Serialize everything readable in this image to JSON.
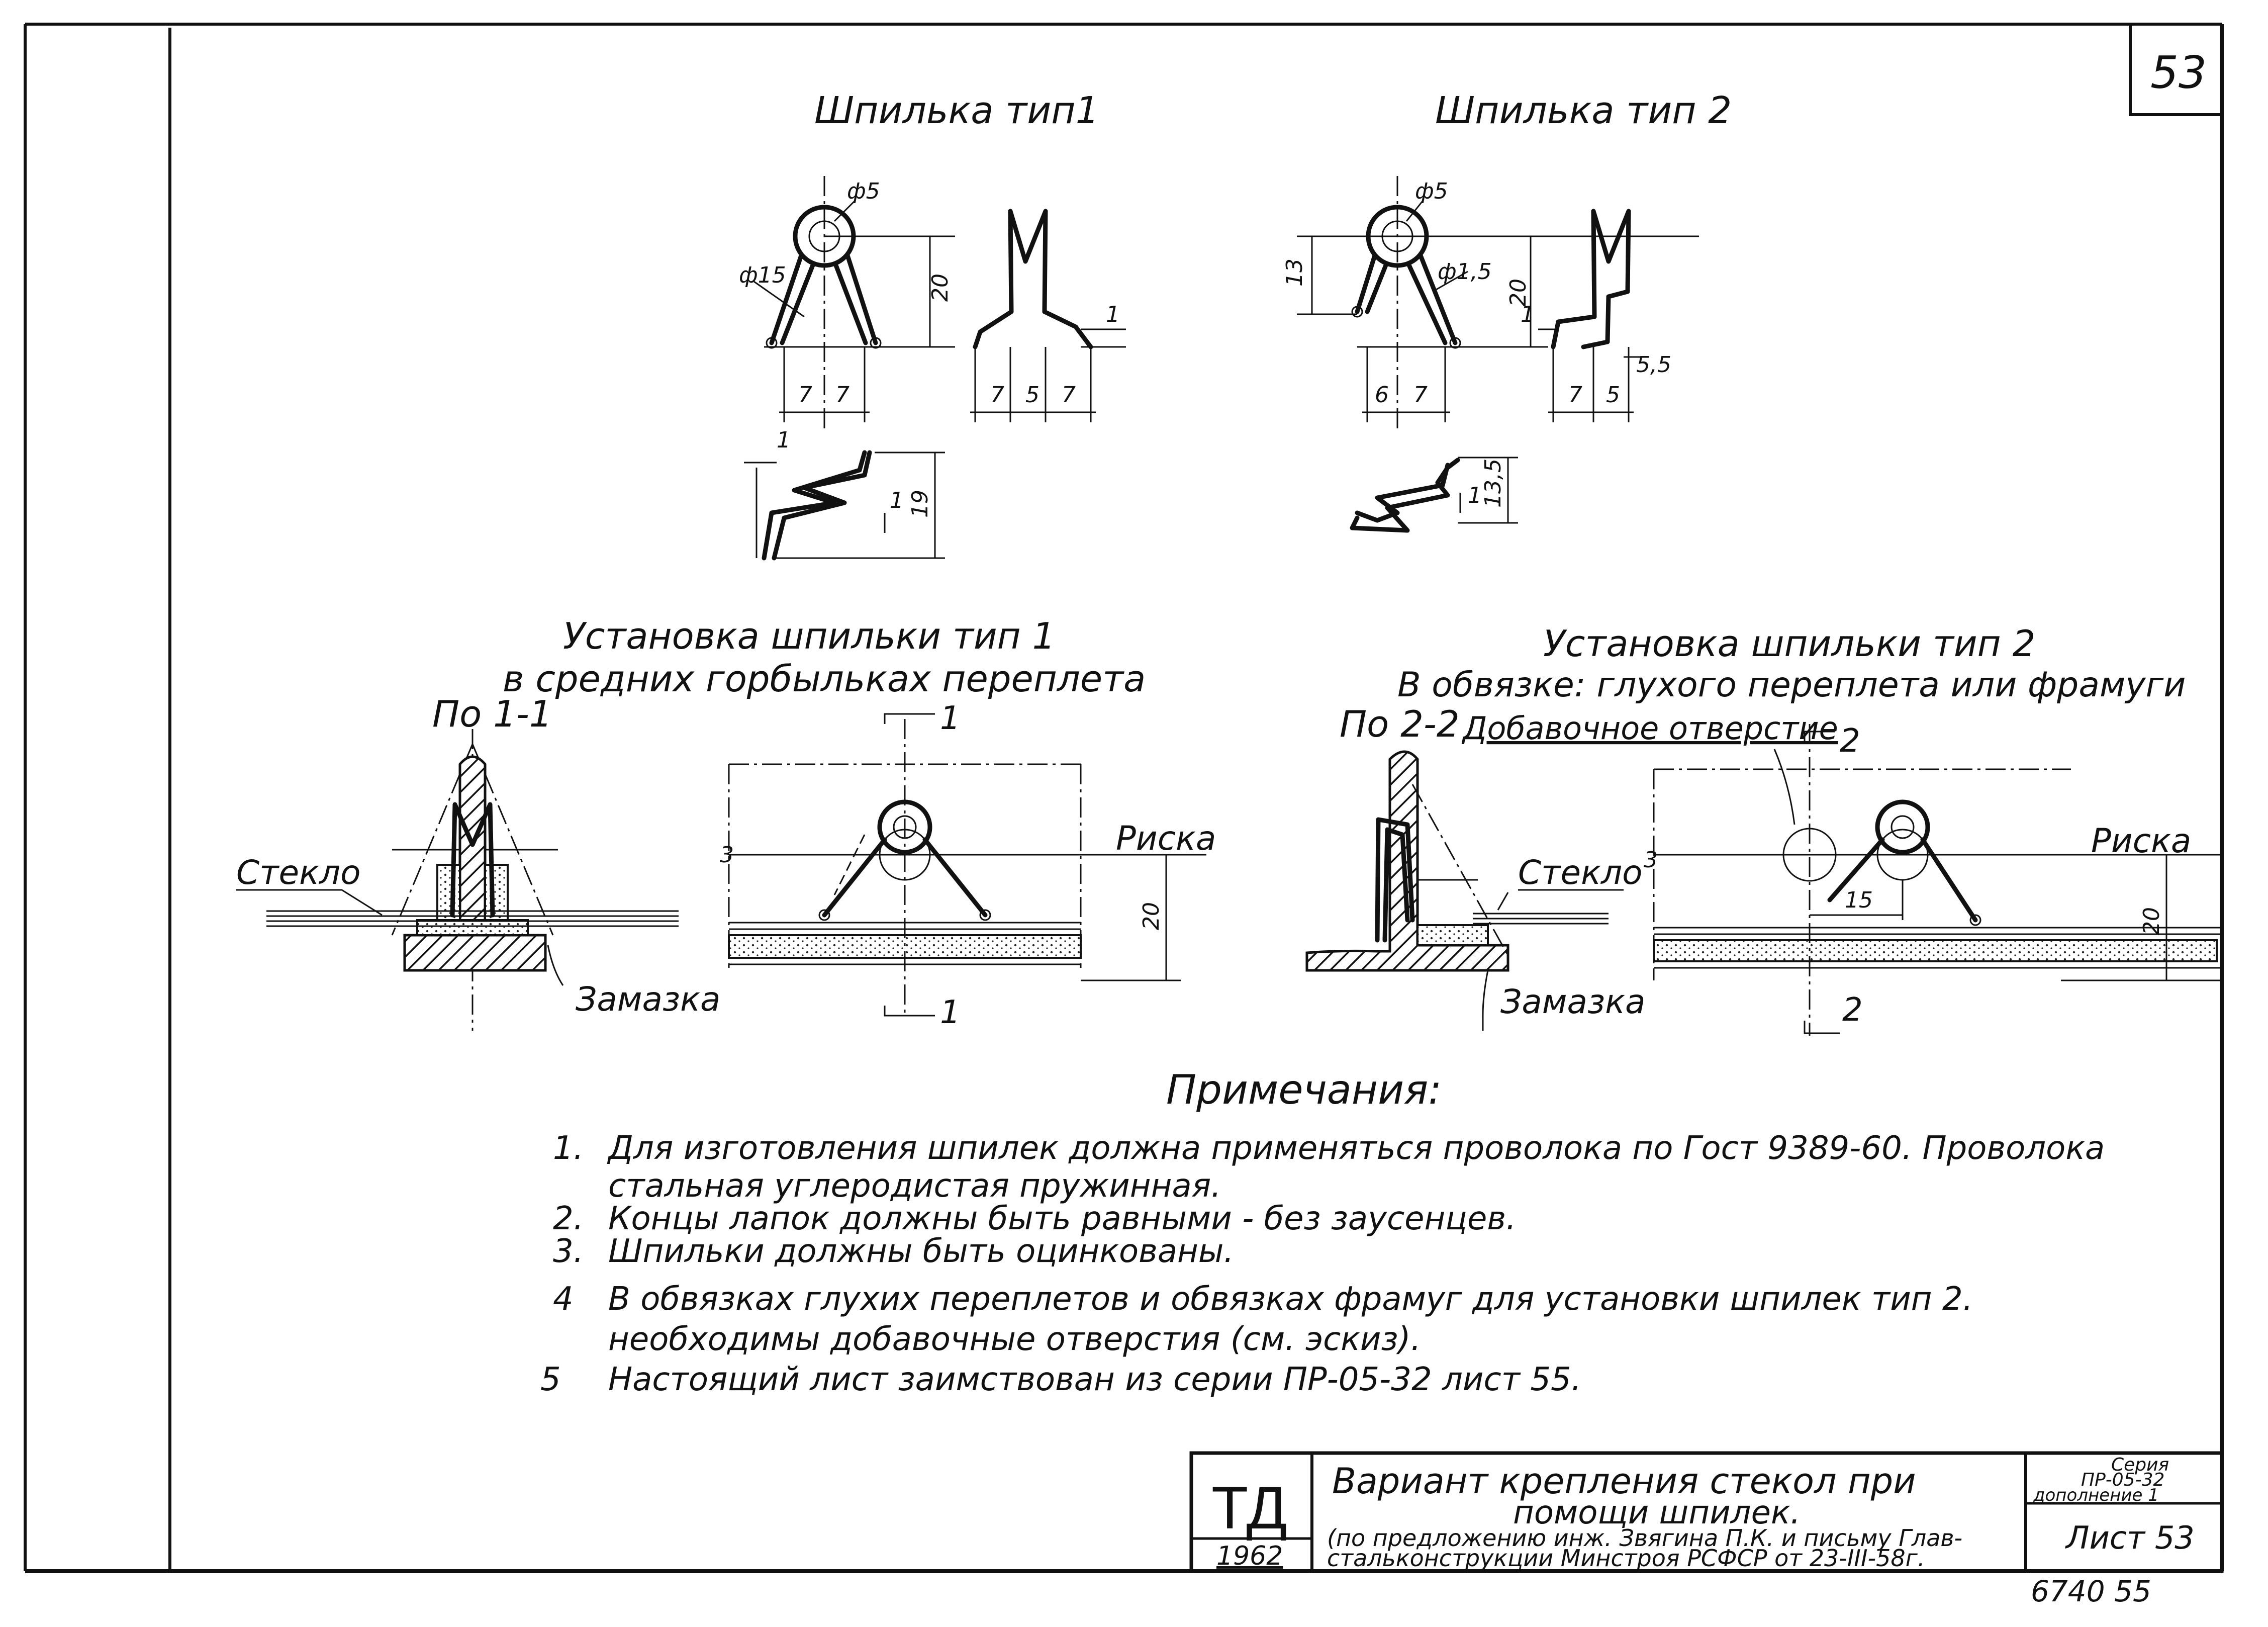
{
  "sheet": {
    "corner_number": "53",
    "footer_code": "6740    55"
  },
  "views": {
    "pin_type1_title": "Шпилька тип1",
    "pin_type2_title": "Шпилька тип 2",
    "dims_type1": {
      "d_top": "ф5",
      "d_side": "ф15",
      "h": "20",
      "base_left": "7",
      "base_right": "7",
      "m_left": "7",
      "m_mid": "5",
      "m_right": "7",
      "m_step": "1",
      "z_top": "1",
      "z_h": "19",
      "z_step": "1"
    },
    "dims_type2": {
      "d_top": "ф5",
      "d_side": "ф1,5",
      "h": "20",
      "h_small": "13",
      "base_left": "6",
      "base_right": "7",
      "m_left": "7",
      "m_mid": "5",
      "m_gap": "5,5",
      "m_step": "1",
      "z_h": "13,5",
      "z_step": "1"
    },
    "install1_title_line1": "Установка шпильки тип 1",
    "install1_title_line2": "в средних горбыльках переплета",
    "install2_title_line1": "Установка шпильки тип 2",
    "install2_title_line2": "В обвязке: глухого переплета или фрамуги",
    "section1_label": "По 1-1",
    "section2_label": "По 2-2",
    "glass_label": "Стекло",
    "putty_label": "Замазка",
    "mark_label": "Риска",
    "extra_hole_label": "Добавочное отверстие",
    "cut1_mark": "1",
    "cut2_mark": "2",
    "dim_20": "20",
    "dim_15": "15",
    "dim_3": "3"
  },
  "notes": {
    "heading": "Примечания:",
    "items": [
      {
        "num": "1.",
        "line1": "Для изготовления шпилек должна применяться проволока по Гост 9389-60. Проволока",
        "line2": "стальная углеродистая пружинная."
      },
      {
        "num": "2.",
        "line1": "Концы лапок должны быть равными - без заусенцев.",
        "line2": ""
      },
      {
        "num": "3.",
        "line1": "Шпильки должны быть оцинкованы.",
        "line2": ""
      },
      {
        "num": "4",
        "line1": "В обвязках глухих переплетов и обвязках фрамуг для установки шпилек тип 2.",
        "line2": "необходимы добавочные отверстия (см. эскиз)."
      },
      {
        "num": "5",
        "line1": "Настоящий лист заимствован из серии ПР-05-32 лист 55.",
        "line2": ""
      }
    ]
  },
  "title_block": {
    "logo": "ТД",
    "year": "1962",
    "title_line1": "Вариант крепления стекол при",
    "title_line2": "помощи шпилек.",
    "ref_line1": "(по предложению инж. Звягина П.К. и письму Глав-",
    "ref_line2": "стальконструкции Минстроя РСФСР от 23-III-58г.",
    "series_line1": "Серия",
    "series_line2": "ПР-05-32",
    "series_line3": "дополнение 1",
    "sheet_label": "Лист 53"
  }
}
